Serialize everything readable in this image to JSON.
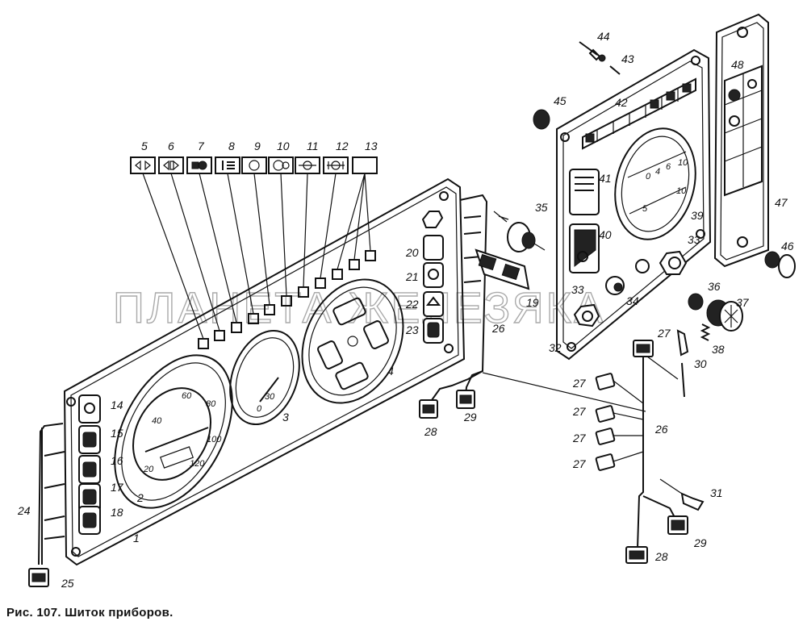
{
  "figure": {
    "caption": "Рис. 107. Шиток приборов.",
    "watermark": "ПЛАНЕТА ЖЕЛЕЗЯКА"
  },
  "speedometer": {
    "scale": [
      "20",
      "40",
      "60",
      "80",
      "100",
      "120"
    ]
  },
  "gauge3": {
    "scale": [
      "0",
      "30"
    ]
  },
  "gauge39": {
    "scale_top": [
      "0",
      "4",
      "6",
      "10"
    ],
    "scale_bottom": [
      "5",
      "10"
    ]
  },
  "parts": [
    {
      "label": "1"
    },
    {
      "label": "2"
    },
    {
      "label": "3"
    },
    {
      "label": "4"
    },
    {
      "label": "5"
    },
    {
      "label": "6"
    },
    {
      "label": "7"
    },
    {
      "label": "8"
    },
    {
      "label": "9"
    },
    {
      "label": "10"
    },
    {
      "label": "11"
    },
    {
      "label": "12"
    },
    {
      "label": "13"
    },
    {
      "label": "14"
    },
    {
      "label": "15"
    },
    {
      "label": "16"
    },
    {
      "label": "17"
    },
    {
      "label": "18"
    },
    {
      "label": "19"
    },
    {
      "label": "20"
    },
    {
      "label": "21"
    },
    {
      "label": "22"
    },
    {
      "label": "23"
    },
    {
      "label": "24"
    },
    {
      "label": "25"
    },
    {
      "label": "26"
    },
    {
      "label": "26"
    },
    {
      "label": "27"
    },
    {
      "label": "27"
    },
    {
      "label": "27"
    },
    {
      "label": "27"
    },
    {
      "label": "27"
    },
    {
      "label": "28"
    },
    {
      "label": "28"
    },
    {
      "label": "29"
    },
    {
      "label": "29"
    },
    {
      "label": "30"
    },
    {
      "label": "31"
    },
    {
      "label": "32"
    },
    {
      "label": "33"
    },
    {
      "label": "33"
    },
    {
      "label": "34"
    },
    {
      "label": "35"
    },
    {
      "label": "36"
    },
    {
      "label": "37"
    },
    {
      "label": "38"
    },
    {
      "label": "39"
    },
    {
      "label": "40"
    },
    {
      "label": "41"
    },
    {
      "label": "42"
    },
    {
      "label": "43"
    },
    {
      "label": "44"
    },
    {
      "label": "45"
    },
    {
      "label": "46"
    },
    {
      "label": "47"
    },
    {
      "label": "48"
    }
  ]
}
